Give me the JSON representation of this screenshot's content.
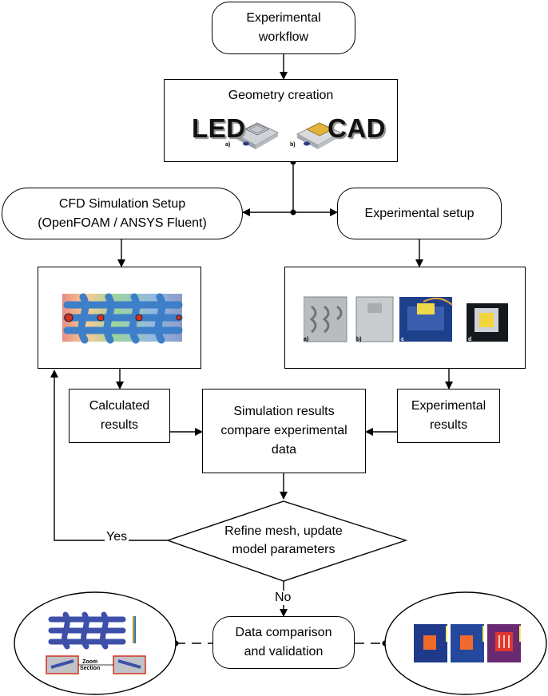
{
  "nodes": {
    "start": "Experimental\nworkflow",
    "geometry": "Geometry creation",
    "cfd": "CFD Simulation Setup\n(OpenFOAM / ANSYS Fluent)",
    "exp_setup": "Experimental setup",
    "calc": "Calculated\nresults",
    "sim_compare": "Simulation results\ncompare experimental\ndata",
    "exp_results": "Experimental\nresults",
    "decision": "Refine mesh, update\nmodel parameters",
    "validation": "Data comparison\nand validation"
  },
  "edge_labels": {
    "yes": "Yes",
    "no": "No"
  },
  "figure_text": {
    "led": "LED",
    "cad": "CAD",
    "geo_a": "a)",
    "geo_b": "b)",
    "photo_a": "a)",
    "photo_b": "b)",
    "photo_c": "c",
    "photo_d": "d",
    "zoom": "Zoom\nSection"
  },
  "colors": {
    "line": "#000000",
    "mesh_blue": "#3d7fc9",
    "hot": "#d7301f",
    "cold": "#2c4a9a"
  }
}
